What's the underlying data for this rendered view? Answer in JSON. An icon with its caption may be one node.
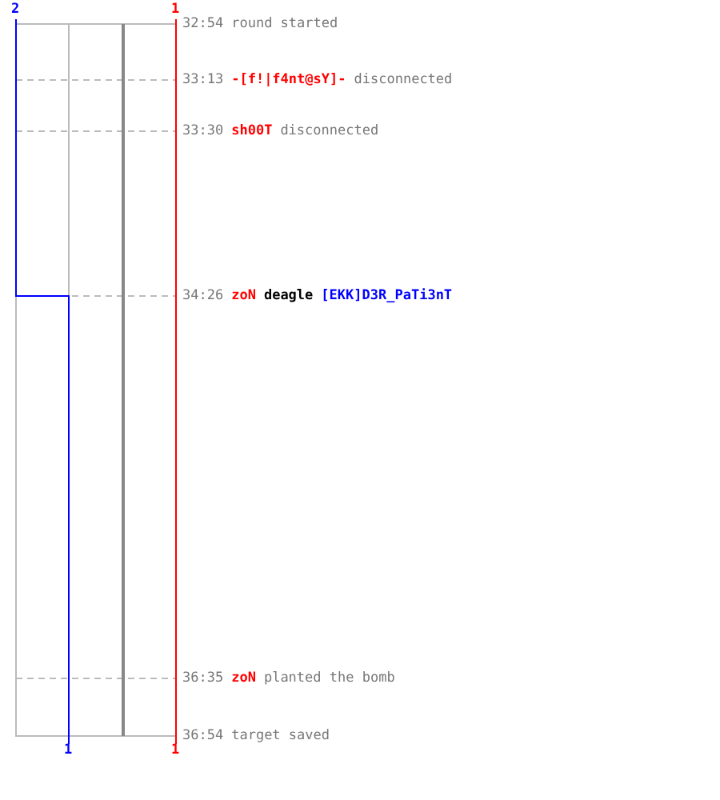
{
  "diagram": {
    "labels": [
      "2",
      "1",
      "32:54",
      "round started",
      "33:13",
      "-[f!|f4nt@sY]-",
      "disconnected",
      "33:30",
      "sh00T",
      "disconnected",
      "34:26",
      "zoN",
      "deagle",
      "[EKK]D3R_PaTi3nT",
      "36:35",
      "zoN",
      "planted the bomb",
      "36:54",
      "target saved",
      "1",
      "1"
    ]
  }
}
